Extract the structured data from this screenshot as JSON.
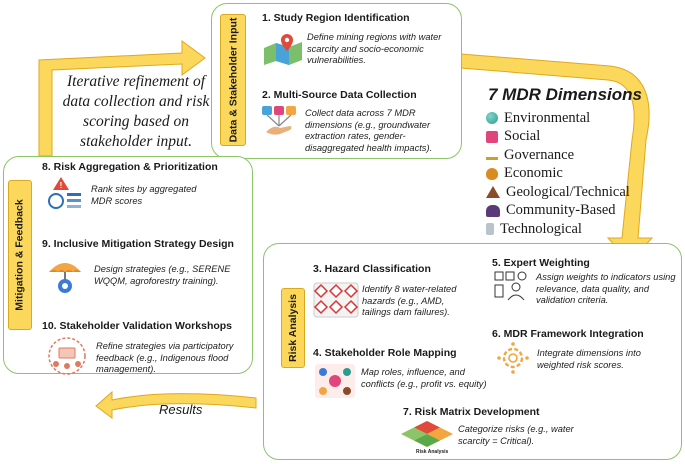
{
  "panels": {
    "data_input": {
      "label": "Data & Stakeholder Input",
      "steps": [
        {
          "title": "1. Study Region Identification",
          "desc": "Define mining regions with water scarcity and socio-economic vulnerabilities.",
          "icon": "map-pin-icon"
        },
        {
          "title": "2. Multi-Source Data Collection",
          "desc": "Collect data across 7 MDR dimensions (e.g., groundwater extraction rates, gender-disaggregated health impacts).",
          "icon": "data-sources-icon"
        }
      ]
    },
    "risk_analysis": {
      "label": "Risk Analysis",
      "steps": [
        {
          "title": "3. Hazard Classification",
          "desc": "Identify 8 water-related hazards (e.g., AMD, tailings dam failures).",
          "icon": "hazard-signs-icon"
        },
        {
          "title": "4. Stakeholder Role Mapping",
          "desc": "Map roles, influence, and conflicts (e.g., profit vs. equity)",
          "icon": "stakeholder-network-icon"
        },
        {
          "title": "5. Expert Weighting",
          "desc": "Assign weights to indicators using relevance, data quality, and validation criteria.",
          "icon": "expert-icon"
        },
        {
          "title": "6. MDR Framework Integration",
          "desc": "Integrate dimensions into weighted risk scores.",
          "icon": "gear-network-icon"
        },
        {
          "title": "7. Risk Matrix Development",
          "desc": "Categorize risks (e.g., water scarcity = Critical).",
          "icon": "risk-matrix-icon"
        }
      ],
      "matrix_caption": "Risk Analysis"
    },
    "mitigation": {
      "label": "Mitigation & Feedback",
      "steps": [
        {
          "title": "8. Risk Aggregation & Prioritization",
          "desc": "Rank sites by aggregated MDR scores",
          "icon": "warning-list-icon"
        },
        {
          "title": "9. Inclusive Mitigation Strategy Design",
          "desc": "Design strategies (e.g., SERENE WQQM, agroforestry training).",
          "icon": "umbrella-gear-icon"
        },
        {
          "title": "10. Stakeholder Validation Workshops",
          "desc": "Refine strategies via participatory feedback (e.g., Indigenous flood management).",
          "icon": "workshop-icon"
        }
      ]
    }
  },
  "mdr": {
    "title": "7 MDR Dimensions",
    "items": [
      {
        "label": "Environmental",
        "icon": "globe-icon",
        "color": "#2a9d8f"
      },
      {
        "label": "Social",
        "icon": "female-symbol-icon",
        "color": "#e0457b"
      },
      {
        "label": "Governance",
        "icon": "scales-icon",
        "color": "#c9a227"
      },
      {
        "label": "Economic",
        "icon": "money-bag-icon",
        "color": "#d98c1f"
      },
      {
        "label": "Geological/Technical",
        "icon": "mountain-icon",
        "color": "#8a4b2a"
      },
      {
        "label": "Community-Based",
        "icon": "people-icon",
        "color": "#5b3a7a"
      },
      {
        "label": "Technological",
        "icon": "microscope-icon",
        "color": "#7a8a99"
      }
    ]
  },
  "feedback_note": "Iterative refinement of data collection and risk scoring based on stakeholder input.",
  "results_label": "Results",
  "colors": {
    "panel_border": "#8cc46a",
    "tag_fill": "#fbd75c",
    "arrow_fill": "#fbd75c",
    "arrow_stroke": "#e0a81e"
  }
}
